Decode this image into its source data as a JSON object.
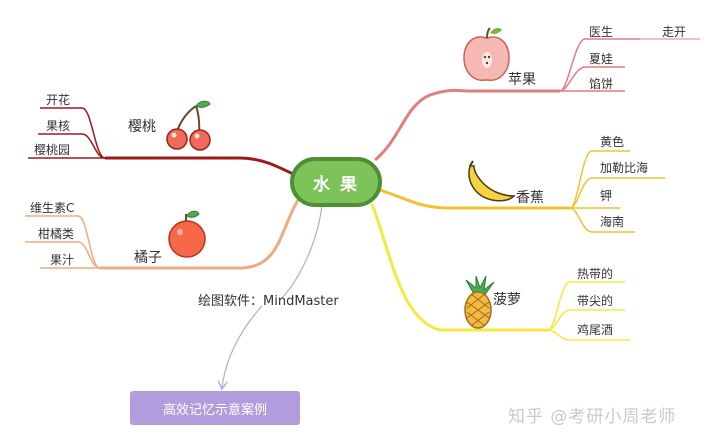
{
  "center": "水 果",
  "branches": {
    "apple": {
      "label": "苹果",
      "leaves": [
        "医生",
        "夏娃",
        "馅饼"
      ],
      "sub": "走开",
      "color": "#e57c80",
      "icon": "apple-icon"
    },
    "banana": {
      "label": "香蕉",
      "leaves": [
        "黄色",
        "加勒比海",
        "钾",
        "海南"
      ],
      "color": "#f0c233",
      "icon": "banana-icon"
    },
    "pineapple": {
      "label": "菠萝",
      "leaves": [
        "热带的",
        "带尖的",
        "鸡尾酒"
      ],
      "color": "#f5e840",
      "icon": "pineapple-icon"
    },
    "cherry": {
      "label": "樱桃",
      "leaves": [
        "开花",
        "果核",
        "樱桃园"
      ],
      "color": "#9b1b1b",
      "icon": "cherry-icon"
    },
    "orange": {
      "label": "橘子",
      "leaves": [
        "维生素C",
        "柑橘类",
        "果汁"
      ],
      "color": "#f0aa80",
      "icon": "orange-icon"
    }
  },
  "software_note": "绘图软件：MindMaster",
  "example_label": "高效记忆示意案例",
  "watermark": "知乎 @考研小周老师",
  "center_color": "#7dc35a",
  "note_color": "#b39cdd"
}
